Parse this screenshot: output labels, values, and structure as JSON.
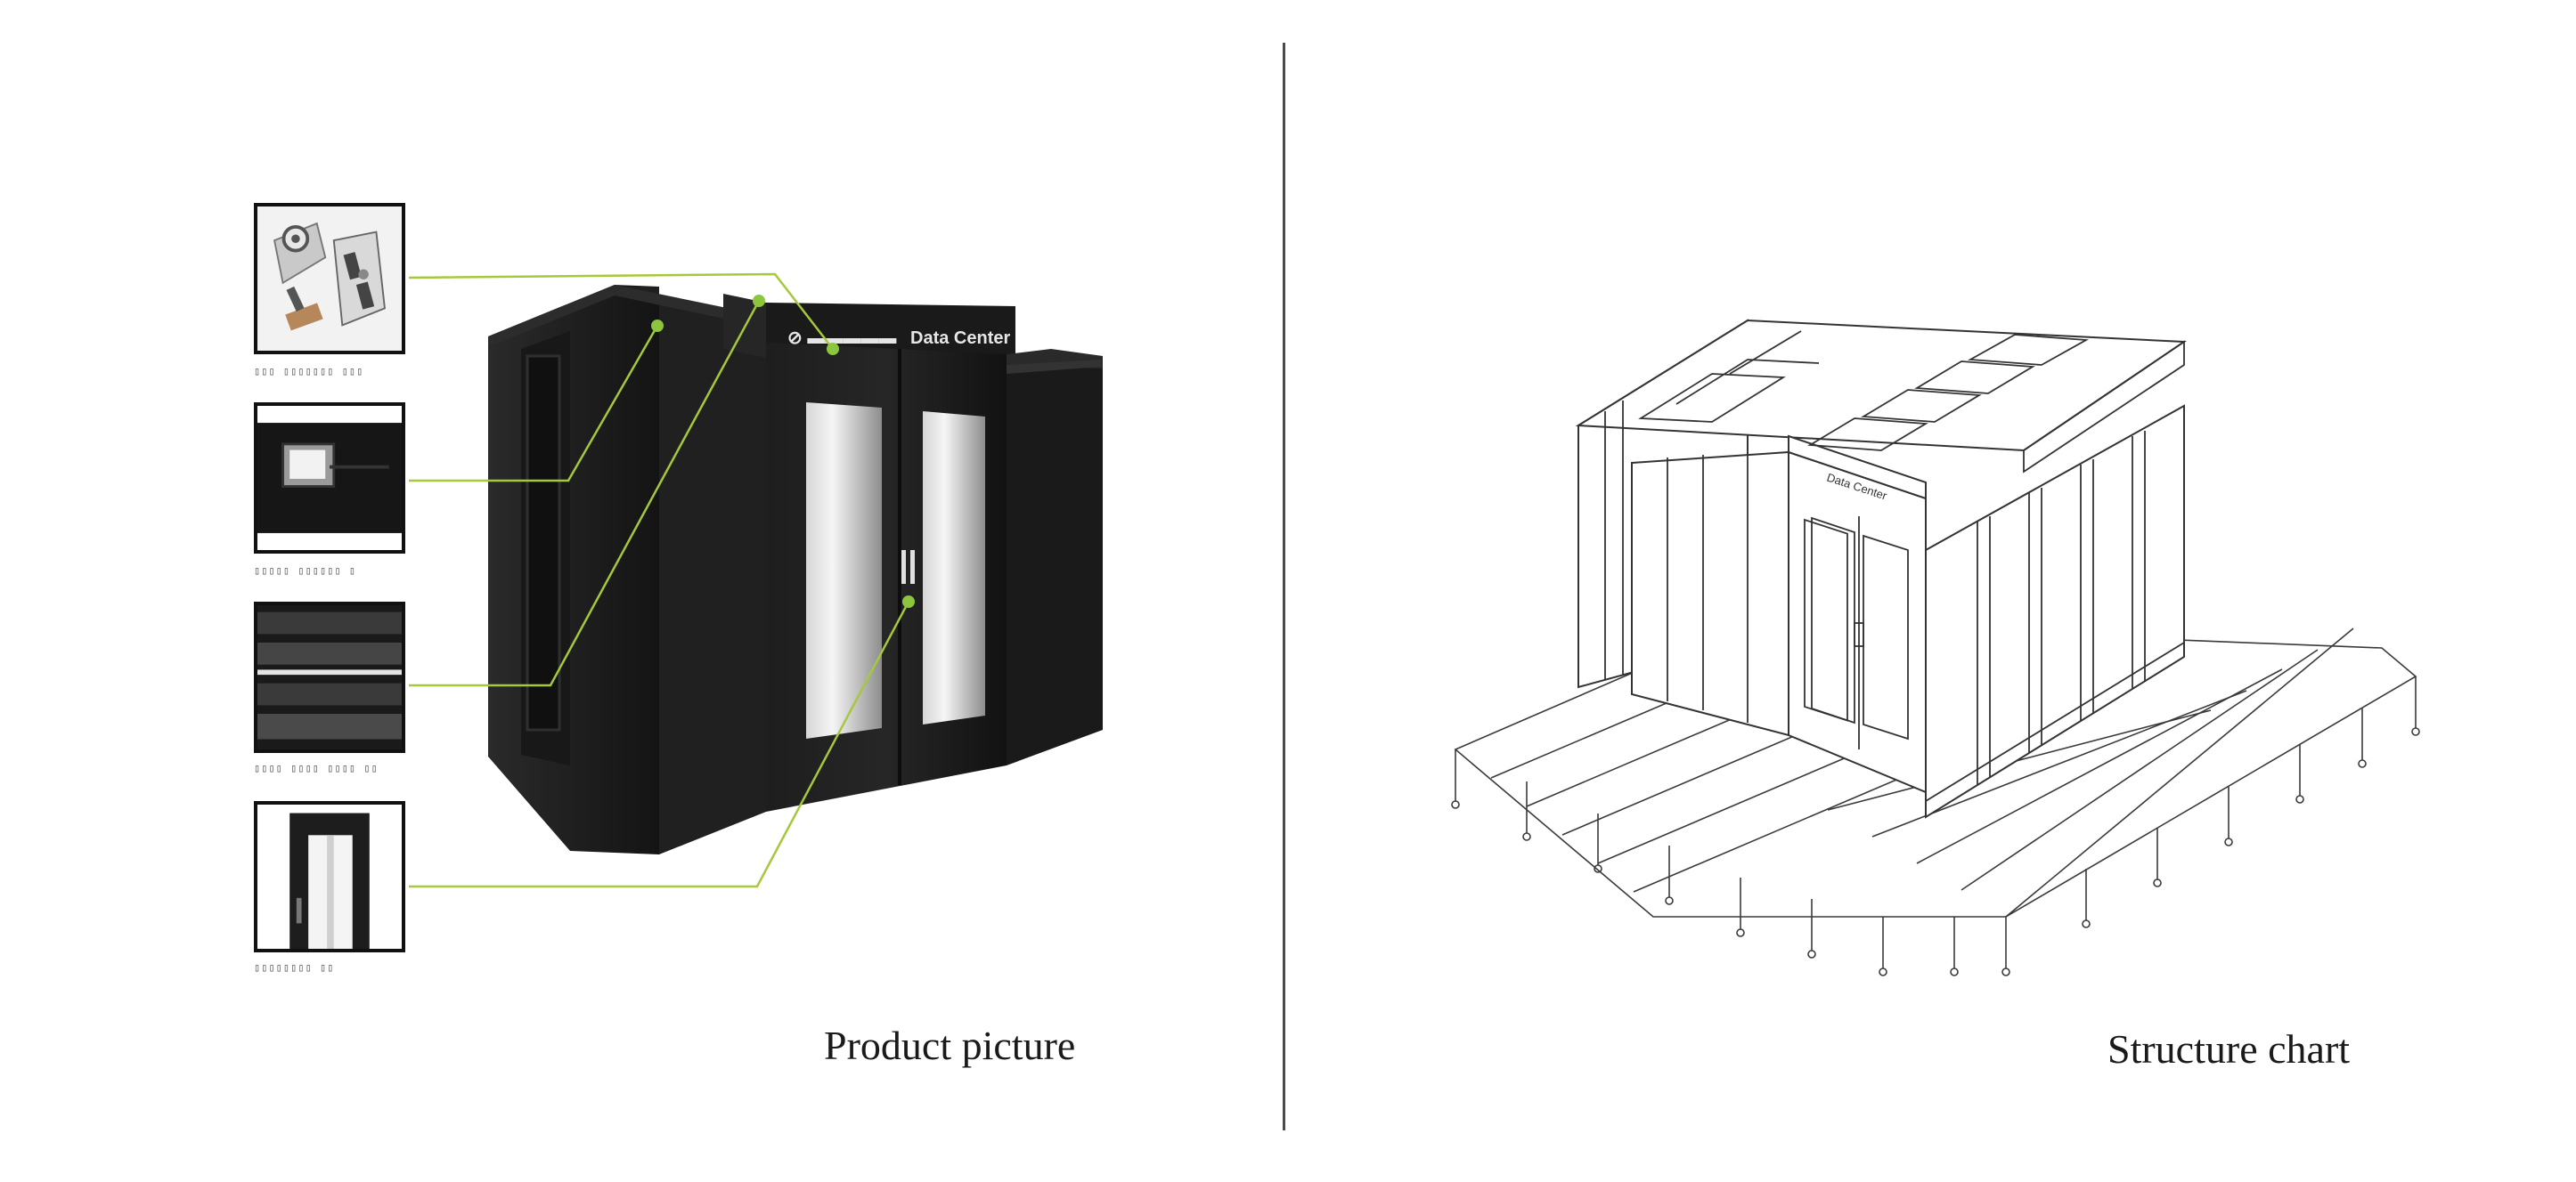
{
  "captions": {
    "product": "Product picture",
    "structure": "Structure chart"
  },
  "product": {
    "brand_label": "Data Center",
    "accent_color": "#8cc63f",
    "cabinet_color": "#1b1b1b",
    "thumbnails": [
      {
        "icon": "hinge-lock-icon"
      },
      {
        "icon": "display-panel-icon"
      },
      {
        "icon": "blanking-panel-icon"
      },
      {
        "icon": "door-frame-icon"
      }
    ]
  },
  "structure": {
    "brand_label": "Data Center",
    "line_color": "#333333"
  }
}
